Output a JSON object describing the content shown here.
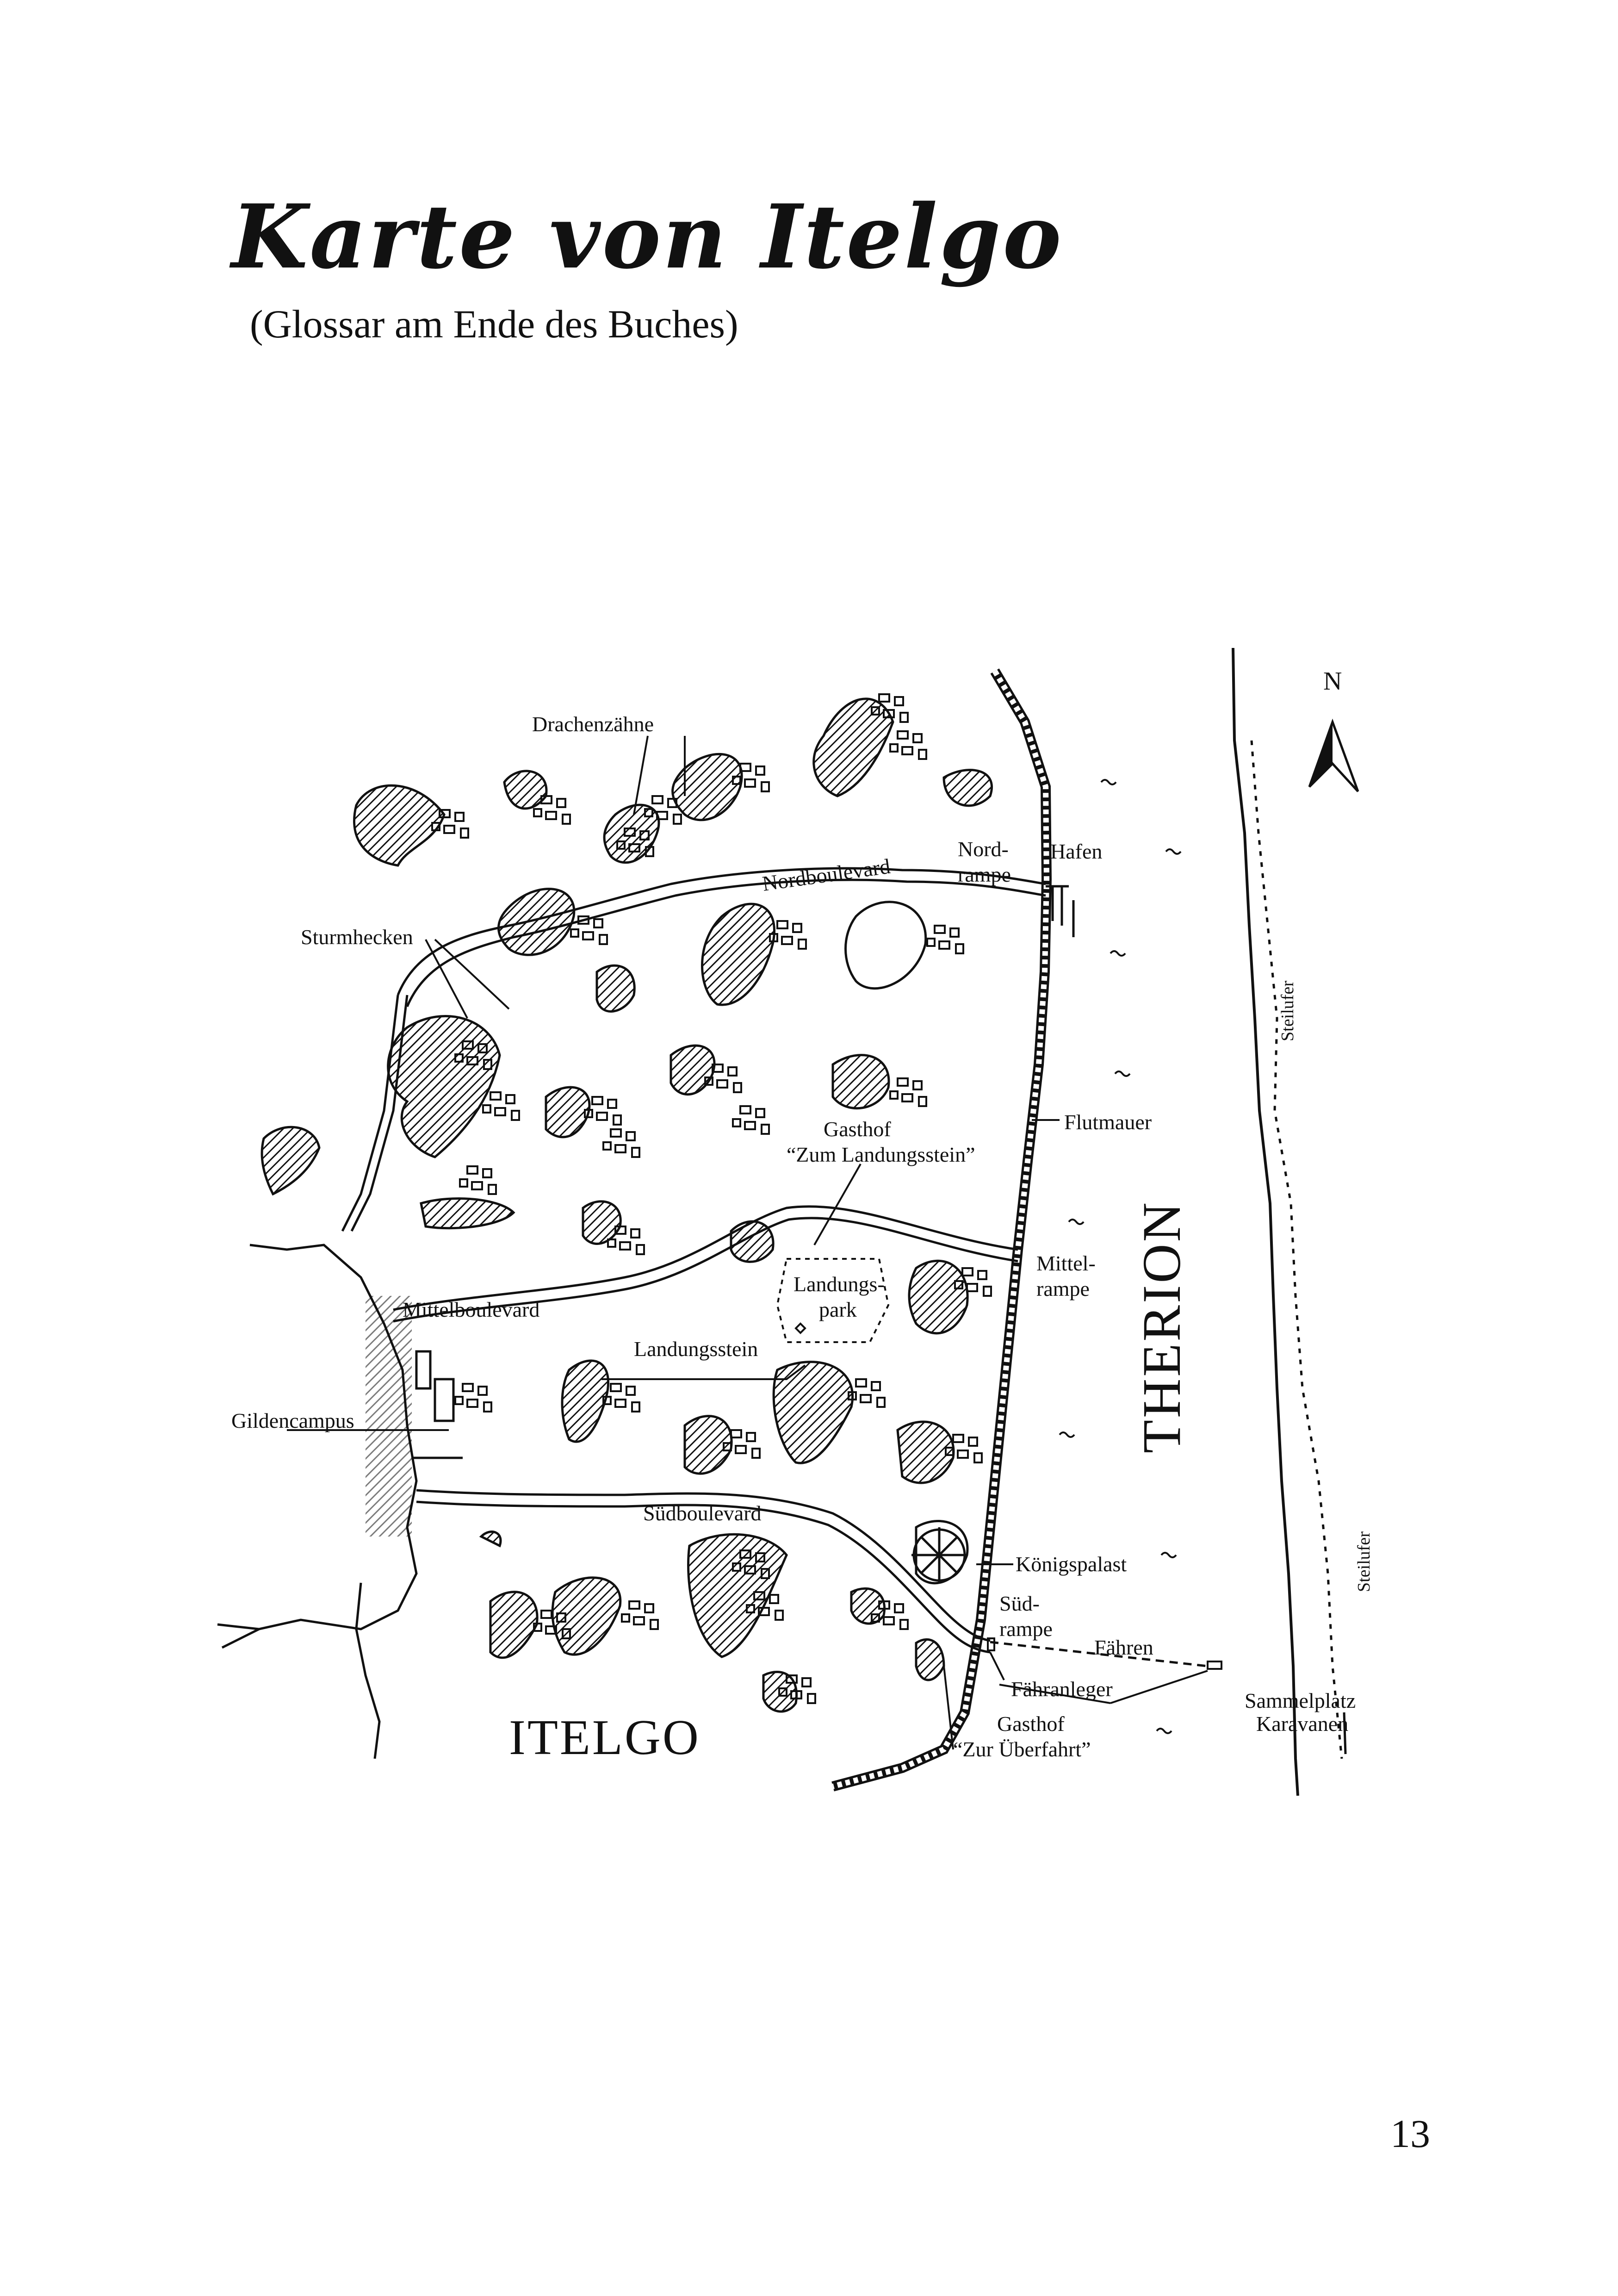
{
  "page": {
    "title": "Karte von Itelgo",
    "subtitle": "(Glossar am Ende des Buches)",
    "page_number": "13"
  },
  "map": {
    "compass": "N",
    "places": {
      "drachenzaehne": "Drachenzähne",
      "sturmhecken": "Sturmhecken",
      "nordboulevard": "Nordboulevard",
      "nordrampe_1": "Nord-",
      "nordrampe_2": "rampe",
      "hafen": "Hafen",
      "steilufer": "Steilufer",
      "flutmauer": "Flutmauer",
      "gasthof_landungsstein_1": "Gasthof",
      "gasthof_landungsstein_2": "“Zum Landungsstein”",
      "mittelboulevard": "Mittelboulevard",
      "landungspark_1": "Landungs-",
      "landungspark_2": "park",
      "landungsstein": "Landungsstein",
      "mittelrampe_1": "Mittel-",
      "mittelrampe_2": "rampe",
      "therion": "THERION",
      "gildencampus": "Gildencampus",
      "suedboulevard": "Südboulevard",
      "koenigspalast": "Königspalast",
      "suedrampe_1": "Süd-",
      "suedrampe_2": "rampe",
      "faehren": "Fähren",
      "faehranleger": "Fähranleger",
      "sammelplatz_1": "Sammelplatz",
      "sammelplatz_2": "Karavanen",
      "gasthof_ueberfahrt_1": "Gasthof",
      "gasthof_ueberfahrt_2": "“Zur Überfahrt”",
      "steilufer_2": "Steilufer",
      "itelgo": "ITELGO"
    }
  }
}
